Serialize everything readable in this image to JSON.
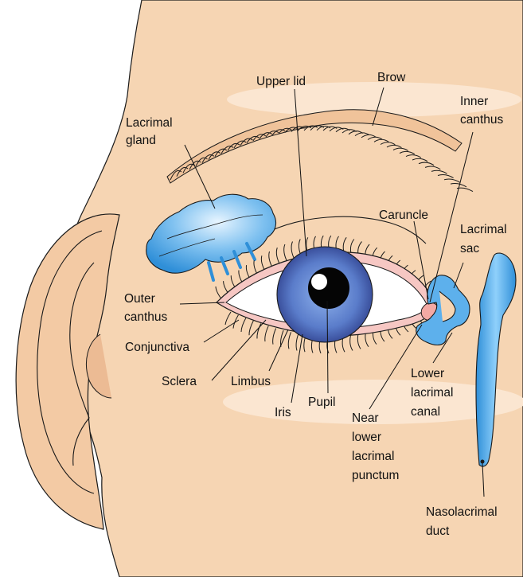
{
  "colors": {
    "skin": "#f6d5b3",
    "skin_shadow": "#f1c9a4",
    "highlight": "#fbe6d1",
    "outline": "#1a1a1a",
    "gland_blue": "#6fb6ea",
    "duct_blue": "#3a9ee0",
    "iris_blue": "#4f6fc0",
    "lid_pink": "#f6c7c3"
  },
  "labels": {
    "lacrimal_gland": [
      "Lacrimal",
      "gland"
    ],
    "upper_lid": [
      "Upper lid"
    ],
    "brow": [
      "Brow"
    ],
    "inner_canthus": [
      "Inner",
      "canthus"
    ],
    "caruncle": [
      "Caruncle"
    ],
    "lacrimal_sac": [
      "Lacrimal",
      "sac"
    ],
    "outer_canthus": [
      "Outer",
      "canthus"
    ],
    "conjunctiva": [
      "Conjunctiva"
    ],
    "sclera": [
      "Sclera"
    ],
    "limbus": [
      "Limbus"
    ],
    "iris": [
      "Iris"
    ],
    "pupil": [
      "Pupil"
    ],
    "near_lower_lacrimal_punctum": [
      "Near",
      "lower",
      "lacrimal",
      "punctum"
    ],
    "lower_lacrimal_canal": [
      "Lower",
      "lacrimal",
      "canal"
    ],
    "nasolacrimal_duct": [
      "Nasolacrimal",
      "duct"
    ]
  }
}
